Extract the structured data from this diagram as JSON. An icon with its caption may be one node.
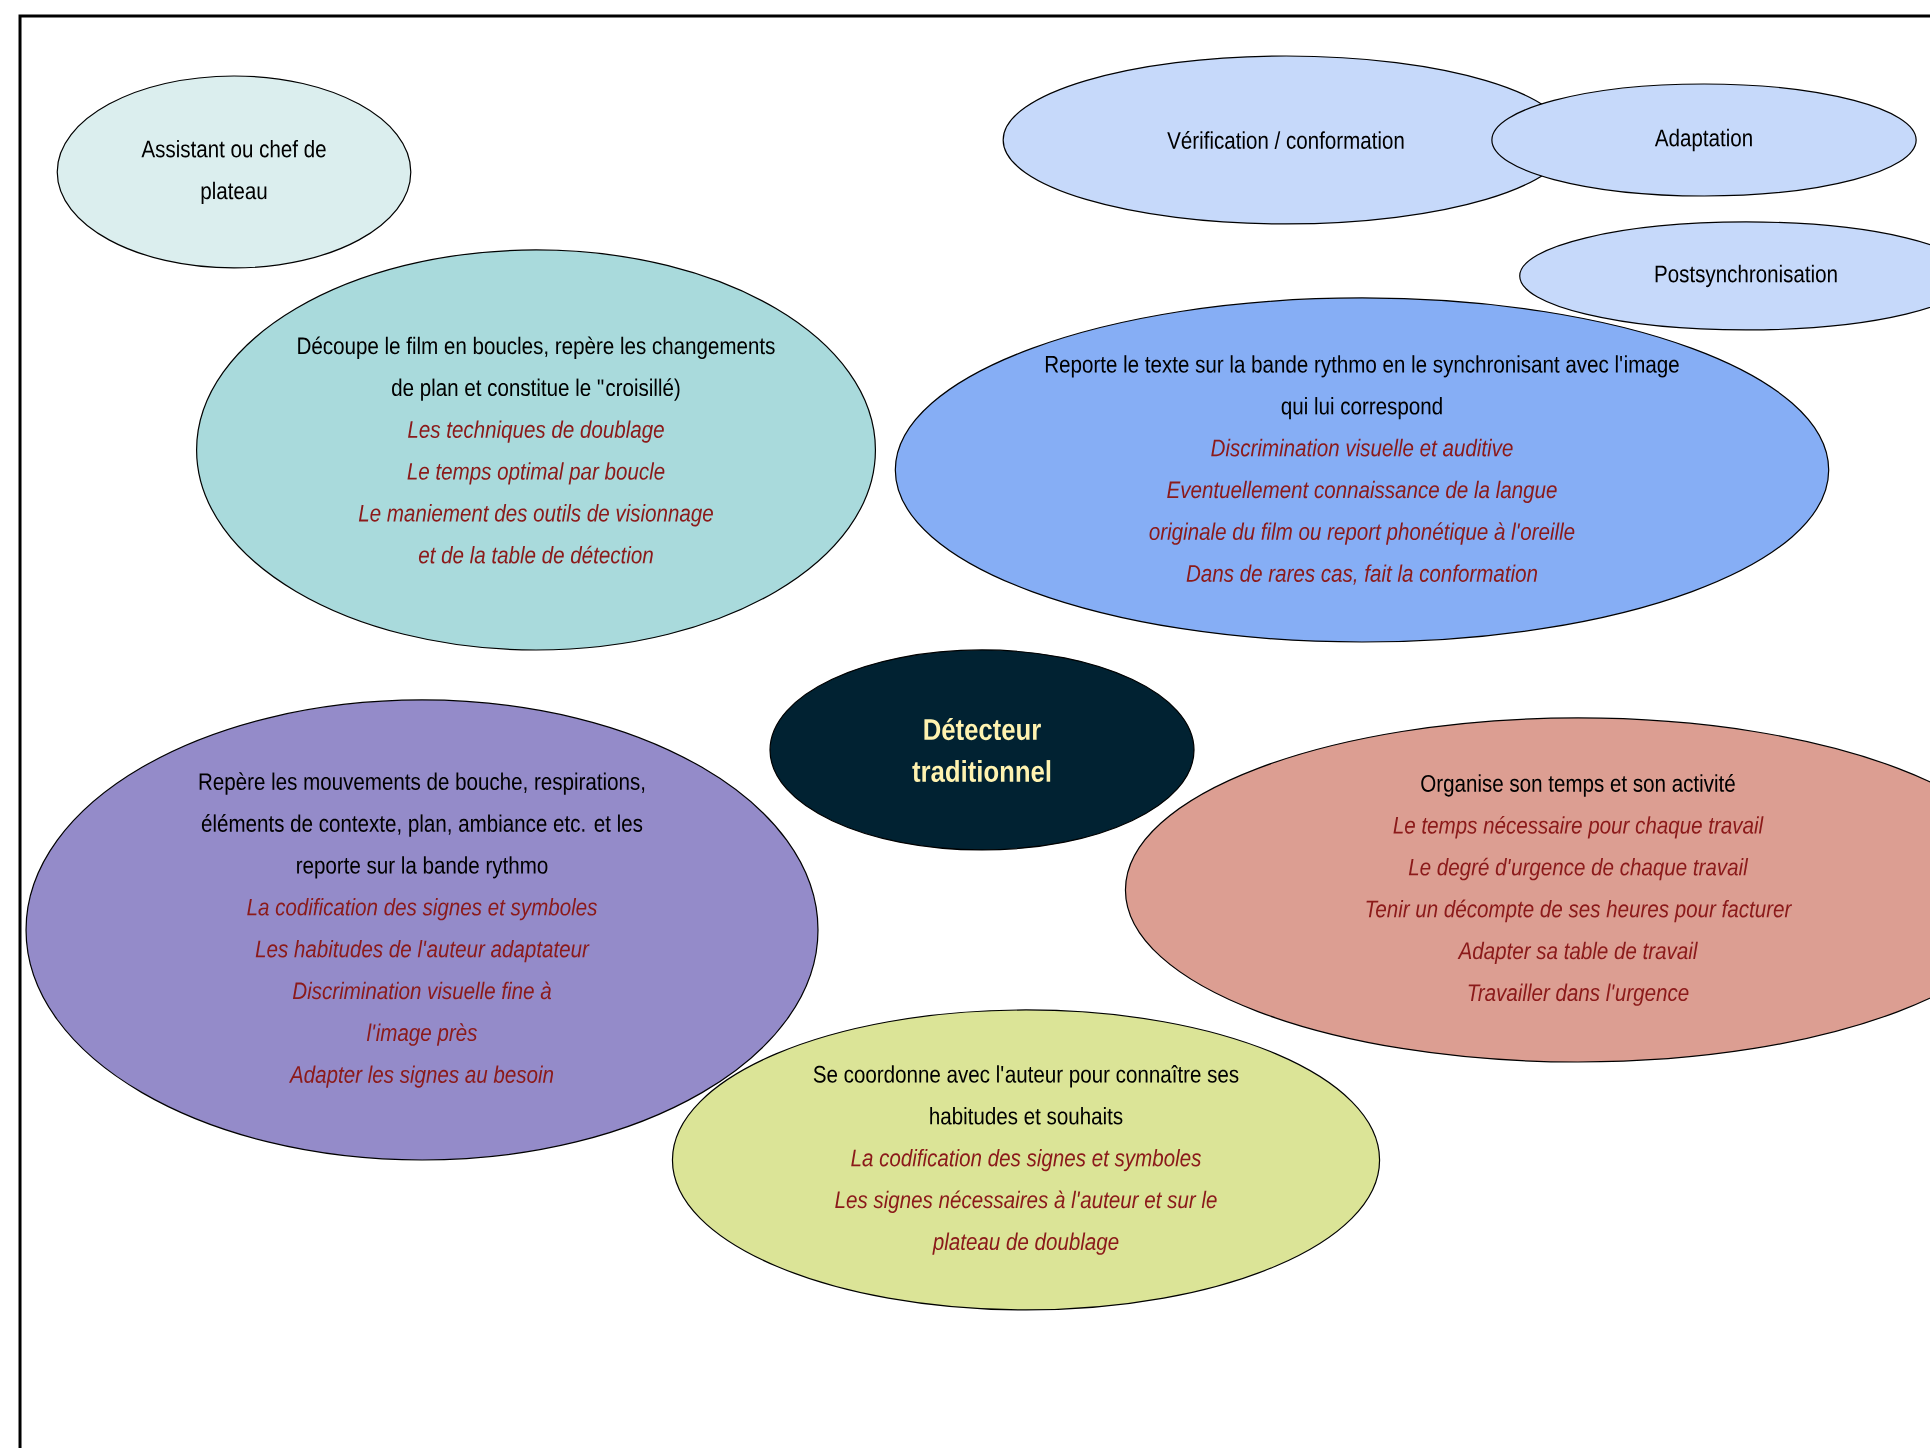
{
  "diagram": {
    "nodes": [
      {
        "text": [
          "Assistant ou chef de plateau"
        ]
      },
      {
        "text": [
          "Vérification / conformation"
        ]
      },
      {
        "text": [
          "Adaptation"
        ]
      },
      {
        "text": [
          "Postsynchronisation"
        ]
      },
      {
        "text": [
          "Découpe le film en boucles, repère les changements de plan et constitue le \"croisillé)",
          "Les techniques de doublage",
          "Le temps optimal par boucle",
          "Le maniement des outils de visionnage et de la table de détection"
        ]
      },
      {
        "text": [
          "Reporte le texte sur la bande rythmo en le synchronisant avec l'image qui lui correspond",
          "Discrimination visuelle et auditive",
          "Eventuellement connaissance de la langue originale du film ou report phonétique à l'oreille",
          "Dans de rares cas, fait la conformation"
        ]
      },
      {
        "text": [
          "Détecteur traditionnel"
        ]
      },
      {
        "text": [
          "Repère les mouvements de bouche, respirations, éléments de contexte, plan, ambiance etc. et les reporte sur la bande rythmo",
          "La codification des signes et symboles",
          "Les habitudes de l'auteur adaptateur",
          "Discrimination visuelle fine à l'image près",
          "Adapter les signes au besoin"
        ]
      },
      {
        "text": [
          "Organise son temps et son activité",
          "Le temps nécessaire pour chaque travail",
          "Le degré d'urgence de chaque travail",
          "Tenir un décompte de ses heures pour facturer",
          "Adapter sa table de travail",
          "Travailler dans l'urgence"
        ]
      },
      {
        "text": [
          "Se coordonne avec l'auteur pour connaître ses habitudes et souhaits",
          "La codification des signes et symboles",
          "Les signes nécessaires à l'auteur et sur le plateau de doublage"
        ]
      }
    ]
  }
}
